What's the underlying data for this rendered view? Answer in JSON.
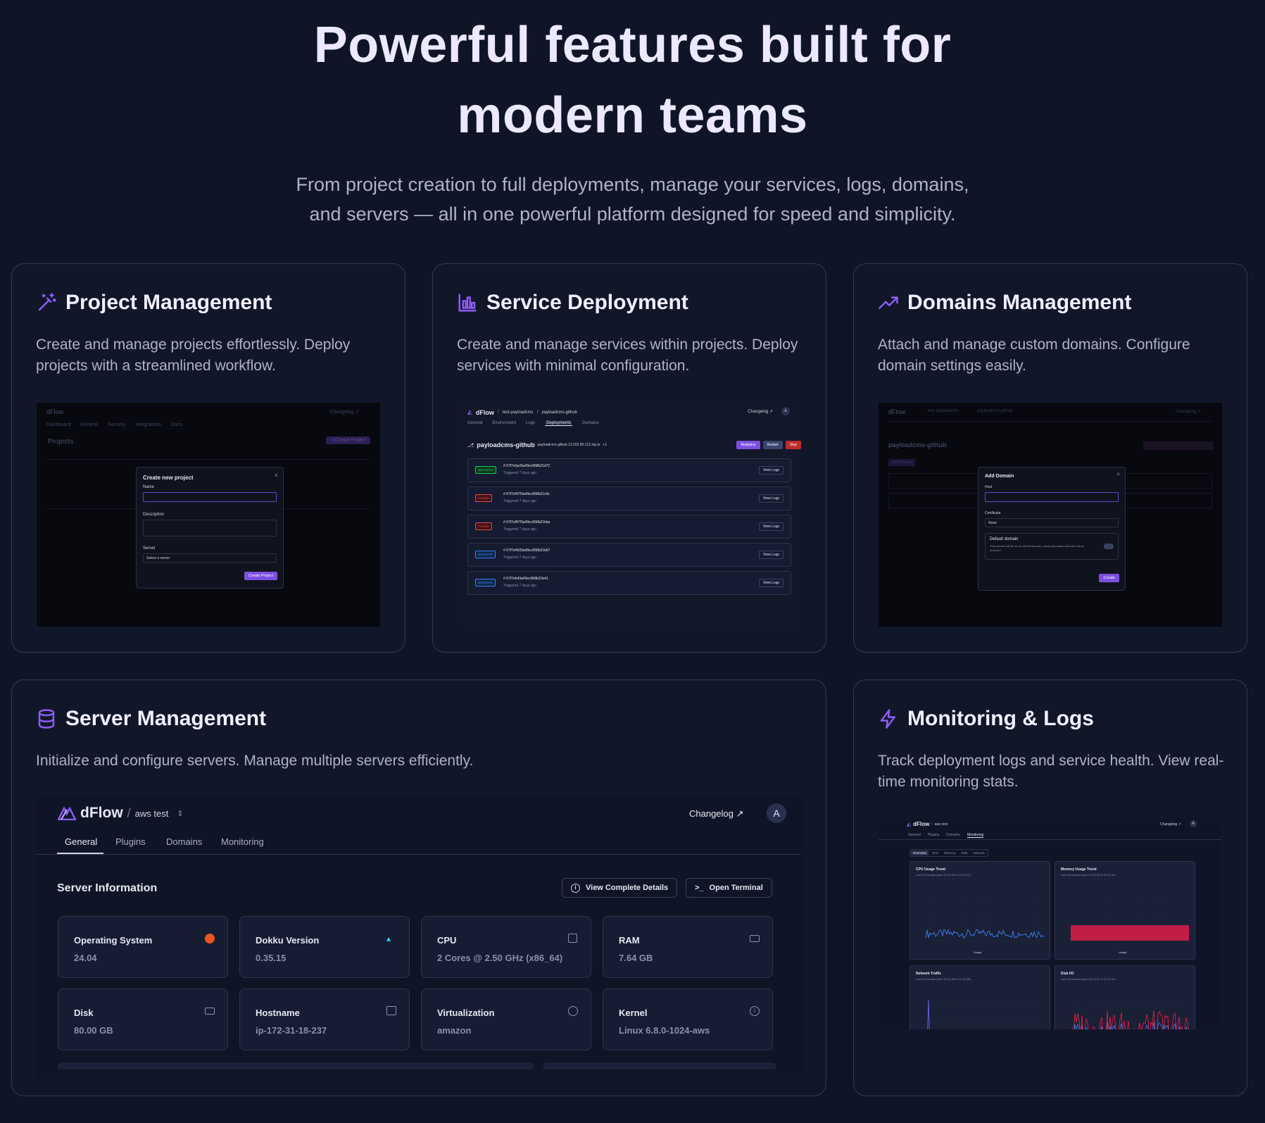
{
  "hero": {
    "title_line1": "Powerful features built for",
    "title_line2": "modern teams",
    "subtitle_line1": "From project creation to full deployments, manage your services, logs, domains,",
    "subtitle_line2": "and servers — all in one powerful platform designed for speed and simplicity."
  },
  "colors": {
    "accent": "#8b5cf6",
    "background": "#0f1526",
    "card_border": "#323a55"
  },
  "cards": {
    "project": {
      "title": "Project Management",
      "icon": "magic-wand-icon",
      "desc": "Create and manage projects effortlessly. Deploy projects with a streamlined workflow.",
      "shot": {
        "brand": "dFlow",
        "changelog": "Changelog ↗",
        "nav": [
          "Dashboard",
          "General",
          "Security",
          "Integrations",
          "Docs"
        ],
        "heading": "Projects",
        "create_btn": "+ Create Project",
        "modal": {
          "title": "Create new project",
          "name_label": "Name",
          "desc_label": "Description",
          "server_label": "Server",
          "server_placeholder": "Select a server",
          "submit": "Create Project"
        }
      }
    },
    "service": {
      "title": "Service Deployment",
      "icon": "bar-chart-icon",
      "desc": "Create and manage services within projects. Deploy services with minimal configuration.",
      "shot": {
        "brand": "dFlow",
        "crumb1": "test-payloadcms",
        "crumb2": "payloadcms-github",
        "changelog": "Changelog ↗",
        "avatar": "A",
        "tabs": [
          "General",
          "Environment",
          "Logs",
          "Deployments",
          "Domains"
        ],
        "service_name": "payloadcms-github",
        "service_url": "payloadcms-github.13.202.90.212.nip.io",
        "extra": "+1",
        "redeploy": "Redeploy",
        "restart": "Restart",
        "stop": "Stop",
        "view_logs": "View Logs",
        "deployments": [
          {
            "status": "SUCCESS",
            "id": "# 67f7efacf3a49ec968b21d72",
            "time": "Triggered 7 days ago"
          },
          {
            "status": "FAILED",
            "id": "# 67f7ef97f3a49ec968b21c0c",
            "time": "Triggered 7 days ago"
          },
          {
            "status": "FAILED",
            "id": "# 67f7ef87f3a49ec968b21bba",
            "time": "Triggered 7 days ago"
          },
          {
            "status": "BUILDING",
            "id": "# 67f7ef42f3a49ec968b21b67",
            "time": "Triggered 7 days ago"
          },
          {
            "status": "BUILDING",
            "id": "# 67f7efef3a49ec968b21b41",
            "time": "Triggered 7 days ago"
          }
        ]
      }
    },
    "domains": {
      "title": "Domains Management",
      "icon": "trending-up-icon",
      "desc": "Attach and manage custom domains. Configure domain settings easily.",
      "shot": {
        "brand": "dFlow",
        "crumb1": "test-payloadcms",
        "crumb2": "payloadcms-github",
        "changelog": "Changelog ↗",
        "add_btn": "Add Domain",
        "modal": {
          "title": "Add Domain",
          "host_label": "Host",
          "cert_label": "Certificate",
          "cert_value": "None",
          "default_title": "Default domain",
          "default_desc": "This domain will be set as default domain, previously added domains will be removed",
          "submit": "Create"
        }
      }
    },
    "server": {
      "title": "Server Management",
      "icon": "database-icon",
      "desc": "Initialize and configure servers. Manage multiple servers efficiently.",
      "shot": {
        "brand": "dFlow",
        "server_name": "aws test",
        "changelog": "Changelog",
        "avatar": "A",
        "tabs": [
          "General",
          "Plugins",
          "Domains",
          "Monitoring"
        ],
        "section_title": "Server Information",
        "view_details": "View Complete Details",
        "open_terminal": "Open Terminal",
        "info": [
          {
            "label": "Operating System",
            "value": "24.04",
            "icon": "ubuntu-icon"
          },
          {
            "label": "Dokku Version",
            "value": "0.35.15",
            "icon": "docker-whale-icon"
          },
          {
            "label": "CPU",
            "value": "2 Cores @ 2.50 GHz (x86_64)",
            "icon": "cpu-icon"
          },
          {
            "label": "RAM",
            "value": "7.64 GB",
            "icon": "memory-icon"
          },
          {
            "label": "Disk",
            "value": "80.00 GB",
            "icon": "hard-drive-icon"
          },
          {
            "label": "Hostname",
            "value": "ip-172-31-18-237",
            "icon": "server-icon"
          },
          {
            "label": "Virtualization",
            "value": "amazon",
            "icon": "globe-icon"
          },
          {
            "label": "Kernel",
            "value": "Linux 6.8.0-1024-aws",
            "icon": "info-icon"
          }
        ]
      }
    },
    "monitoring": {
      "title": "Monitoring & Logs",
      "icon": "lightning-icon",
      "desc": "Track deployment logs and service health. View real-time monitoring stats.",
      "shot": {
        "brand": "dFlow",
        "server_name": "aws test",
        "changelog": "Changelog ↗",
        "avatar": "A",
        "tabs": [
          "General",
          "Plugins",
          "Domains",
          "Monitoring"
        ],
        "subtabs": [
          "Overview",
          "CPU",
          "Memory",
          "Disk",
          "Network"
        ],
        "charts": [
          {
            "title": "CPU Usage Trend",
            "sub": "Last 24 minutes (from 21:51:28 to 22:01:21)",
            "legend": "Usage"
          },
          {
            "title": "Memory Usage Trend",
            "sub": "Last 24 minutes (from 21:51:28 to 22:01:30)",
            "legend": "Usage"
          },
          {
            "title": "Network Traffic",
            "sub": "Last 24 minutes (from 22:01:28 to 21:37:38)",
            "legend": ""
          },
          {
            "title": "Disk I/O",
            "sub": "Last 24 minutes (from 22:01:31 to 21:37:32)",
            "legend": ""
          }
        ]
      }
    }
  }
}
